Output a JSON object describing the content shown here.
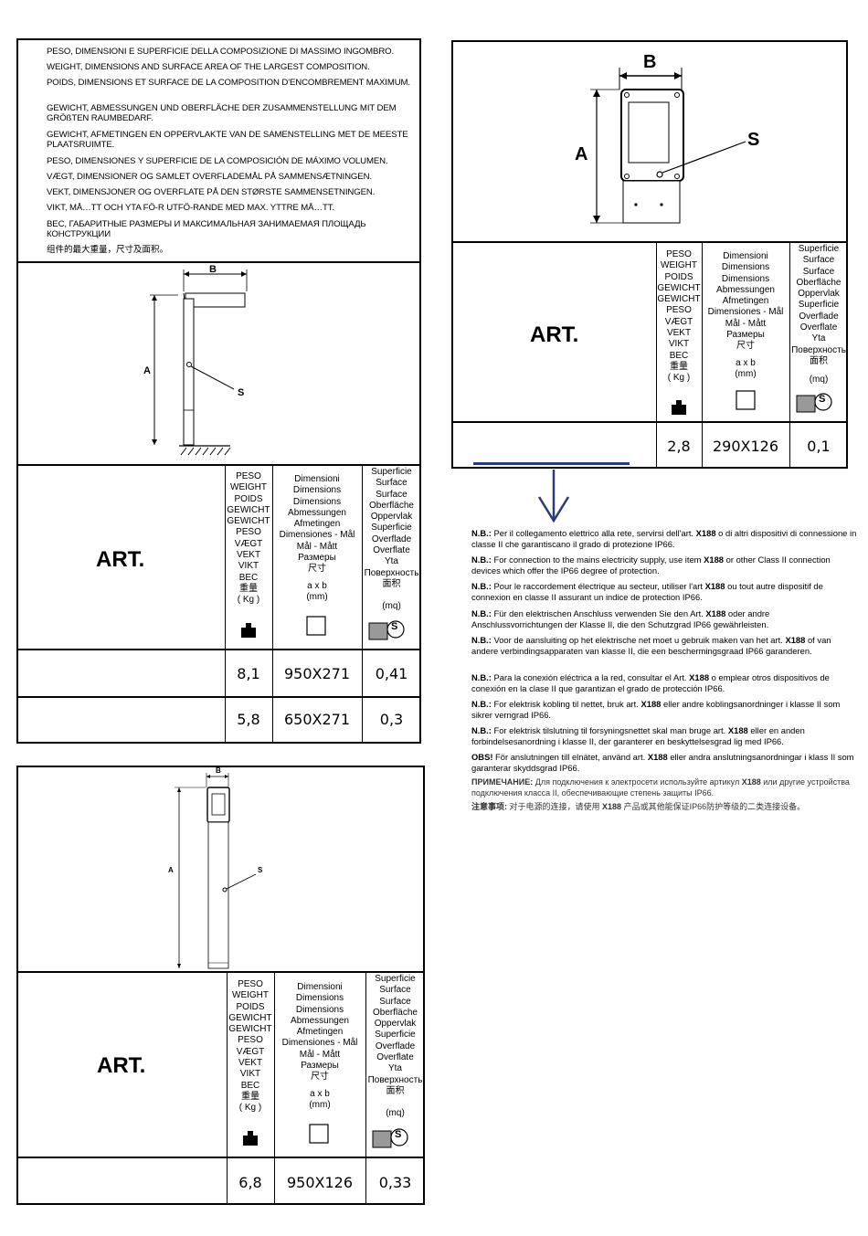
{
  "header_languages": [
    "PESO, DIMENSIONI E SUPERFICIE DELLA COMPOSIZIONE DI MASSIMO INGOMBRO.",
    "WEIGHT, DIMENSIONS AND SURFACE AREA OF THE LARGEST COMPOSITION.",
    "POIDS, DIMENSIONS ET SURFACE DE LA COMPOSITION D'ENCOMBREMENT MAXIMUM.",
    "GEWICHT, ABMESSUNGEN UND OBERFLÄCHE DER ZUSAMMENSTELLUNG MIT DEM GRÖßTEN RAUMBEDARF.",
    "GEWICHT, AFMETINGEN EN OPPERVLAKTE VAN DE SAMENSTELLING MET DE MEESTE PLAATSRUIMTE.",
    "PESO, DIMENSIONES Y SUPERFICIE DE LA COMPOSICIÓN DE MÁXIMO VOLUMEN.",
    "VÆGT, DIMENSIONER OG SAMLET OVERFLADEMÅL PÅ SAMMENSÆTNINGEN.",
    "VEKT, DIMENSJONER OG OVERFLATE PÅ DEN STØRSTE SAMMENSETNINGEN.",
    "VIKT, MÅ…TT OCH YTA FÖ-R UTFÖ-RANDE MED MAX. YTTRE MÅ…TT.",
    "ВЕС, ГАБАРИТНЫЕ РАЗМЕРЫ И МАКСИМАЛЬНАЯ ЗАНИМАЕМАЯ ПЛОЩАДЬ КОНСТРУКЦИИ",
    "组件的最大重量，尺寸及面积。"
  ],
  "labels": {
    "a": "A",
    "b": "B",
    "s": "S",
    "art": "ART.",
    "ab": "a x b",
    "mm": "(mm)",
    "mq": "(mq)",
    "s_symbol": "S"
  },
  "col_peso": [
    "PESO",
    "WEIGHT",
    "POIDS",
    "GEWICHT",
    "GEWICHT",
    "PESO",
    "VÆGT",
    "VEKT",
    "VIKT",
    "ВЕС",
    "重量",
    "( Kg )"
  ],
  "col_dim": [
    "Dimensioni",
    "Dimensions",
    "Dimensions",
    "Abmessungen",
    "Afmetingen",
    "Dimensiones - Mål",
    "Mål - Mått",
    "Размеры",
    "尺寸"
  ],
  "col_sup": [
    "Superficie",
    "Surface",
    "Surface",
    "Oberfläche",
    "Oppervlak",
    "Superficie",
    "Overflade",
    "Overflate",
    "Yta",
    "Поверхность",
    "面积"
  ],
  "table1_rows": [
    {
      "weight": "8,1",
      "dims": "950X271",
      "surface": "0,41"
    },
    {
      "weight": "5,8",
      "dims": "650X271",
      "surface": "0,3"
    }
  ],
  "table2_rows": [
    {
      "weight": "6,8",
      "dims": "950X126",
      "surface": "0,33"
    }
  ],
  "table3_rows": [
    {
      "weight": "2,8",
      "dims": "290X126",
      "surface": "0,1"
    }
  ],
  "notes": [
    {
      "head": "N.B.:",
      "pre": "Per il collegamento elettrico alla rete, servirsi dell'art.",
      "code": "X188",
      "post": "o di altri dispositivi di connessione in classe II che garantiscano il grado di protezione IP66."
    },
    {
      "head": "N.B.:",
      "pre": "For connection to the mains electricity supply, use item",
      "code": "X188",
      "post": "or other Class II connection devices which offer the IP66 degree of protection."
    },
    {
      "head": "N.B.:",
      "pre": "Pour le raccordement électrique au secteur, utiliser l'art",
      "code": "X188",
      "post": "ou tout autre dispositif de connexion en classe II assurant un indice de protection IP66."
    },
    {
      "head": "N.B.:",
      "pre": "Für den elektrischen Anschluss verwenden Sie den Art.",
      "code": "X188",
      "post": "oder andre Anschlussvorrichtungen der Klasse II, die den Schutzgrad IP66 gewährleisten."
    },
    {
      "head": "N.B.:",
      "pre": "Voor de aansluiting op het elektrische net moet u gebruik maken van het art.",
      "code": "X188",
      "post": "of van andere verbindingsapparaten van klasse II, die een beschermingsgraad IP66 garanderen."
    },
    {
      "head": "N.B.:",
      "pre": "Para la conexión eléctrica a la red, consultar el Art.",
      "code": "X188",
      "post": "o emplear otros dispositivos de conexión en la clase II que garantizan el grado de protección IP66."
    },
    {
      "head": "N.B.:",
      "pre": "For elektrisk kobling til nettet, bruk art.",
      "code": "X188",
      "post": "eller andre koblingsanordninger i klasse II som sikrer verngrad IP66."
    },
    {
      "head": "N.B.:",
      "pre": "For elektrisk tilslutning til forsyningsnettet skal man bruge art.",
      "code": "X188",
      "post": "eller en anden forbindelsesanordning i klasse II, der garanterer en beskyttelsesgrad lig med IP66."
    },
    {
      "head": "OBS!",
      "pre": "För anslutningen till elnätet, använd art.",
      "code": "X188",
      "post": "eller andra anslutningsanordningar i klass II som garanterar skyddsgrad IP66."
    },
    {
      "head": "ПРИМЕЧАНИЕ:",
      "pre": "Для подключения к электросети используйте артикул",
      "code": "X188",
      "post": "или другие устройства подключения класса II, обеспечивающие степень защиты IP66."
    },
    {
      "head": "注意事项:",
      "pre": "对于电源的连接，请使用",
      "code": "X188",
      "post": "产品或其他能保证IP66防护等级的二类连接设备。"
    }
  ]
}
